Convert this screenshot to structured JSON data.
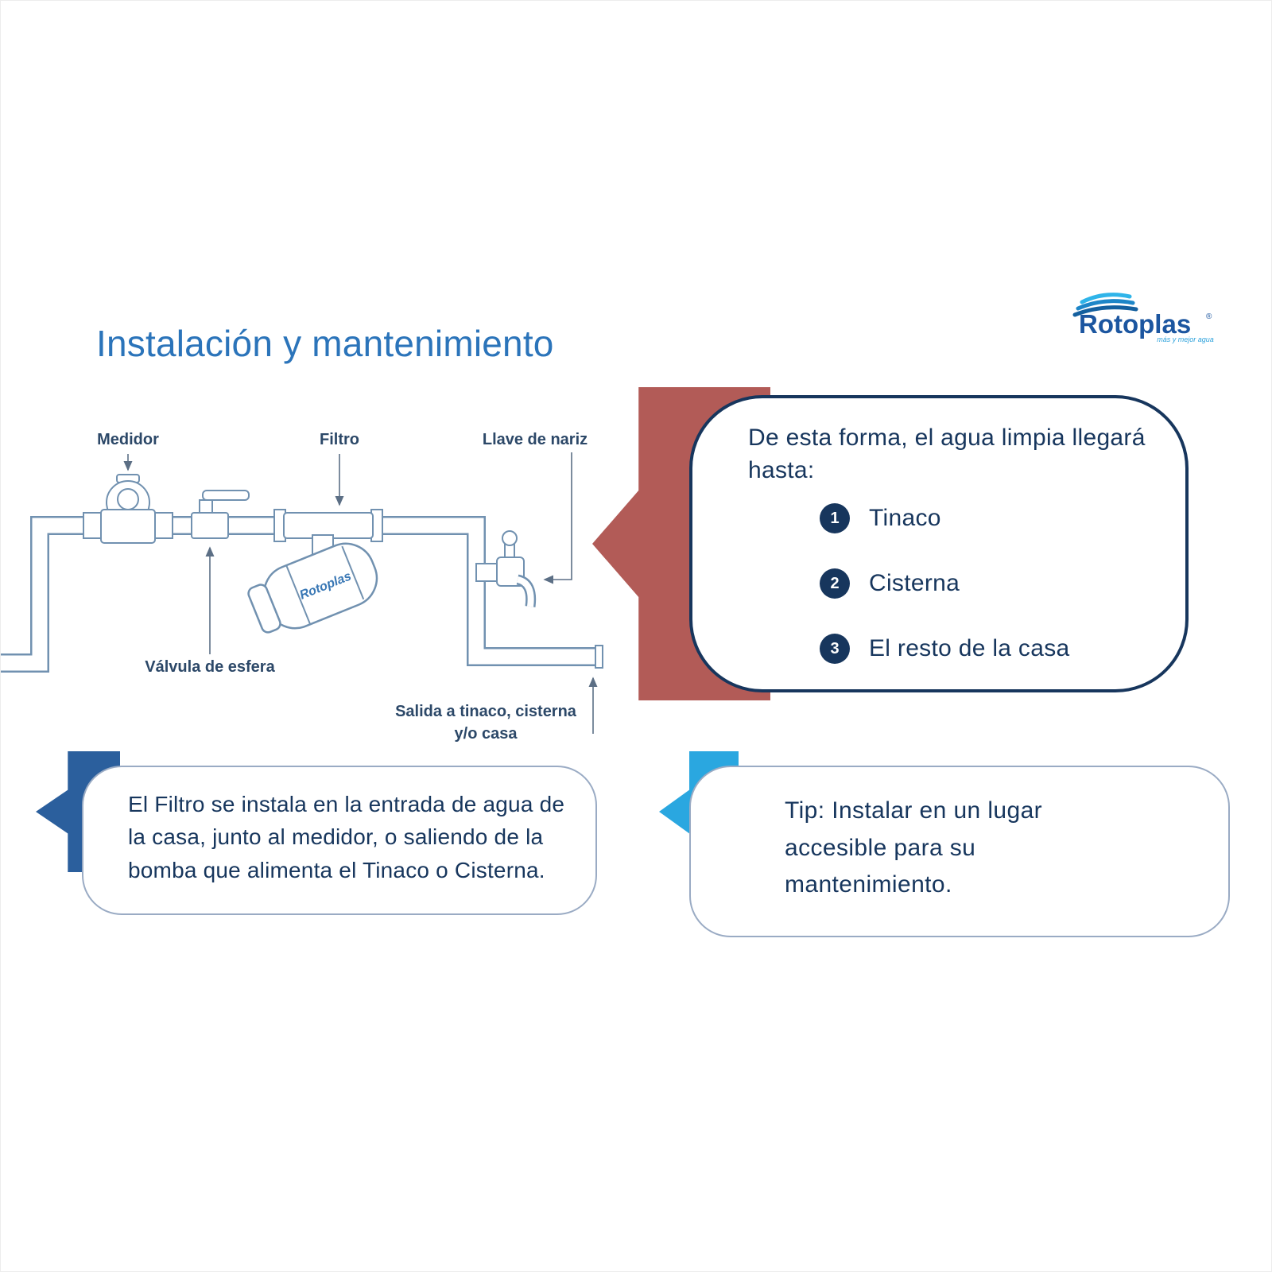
{
  "page": {
    "title": "Instalación y mantenimiento"
  },
  "logo": {
    "brand": "Rotoplas",
    "registered": "®",
    "tagline": "más y mejor agua"
  },
  "diagram": {
    "labels": {
      "medidor": "Medidor",
      "filtro": "Filtro",
      "llave_de_nariz": "Llave de nariz",
      "valvula": "Válvula de esfera",
      "salida_line1": "Salida a tinaco, cisterna",
      "salida_line2": "y/o casa",
      "filter_brand": "Rotoplas"
    }
  },
  "callout_destinations": {
    "intro_lines": [
      "De esta forma, el agua limpia llegará",
      "hasta:"
    ],
    "items": [
      {
        "number": "1",
        "label": "Tinaco"
      },
      {
        "number": "2",
        "label": "Cisterna"
      },
      {
        "number": "3",
        "label": "El resto de la casa"
      }
    ]
  },
  "callout_install": {
    "lines": [
      "El Filtro se instala en la entrada de agua de",
      "la casa, junto al medidor, o saliendo de la",
      "bomba que alimenta el Tinaco o Cisterna."
    ]
  },
  "callout_tip": {
    "lines": [
      "Tip: Instalar en un lugar",
      "accesible para su",
      "mantenimiento."
    ]
  },
  "colors": {
    "title_blue": "#2b74ba",
    "navy": "#17365d",
    "maroon_arrow": "#b25b57",
    "dark_blue_arrow": "#2b5f9d",
    "cyan_arrow": "#2aa7e0",
    "pipe_line": "#7191b0",
    "diagram_label_text": "#2c4868",
    "callout_border_light": "#9aabc4"
  }
}
